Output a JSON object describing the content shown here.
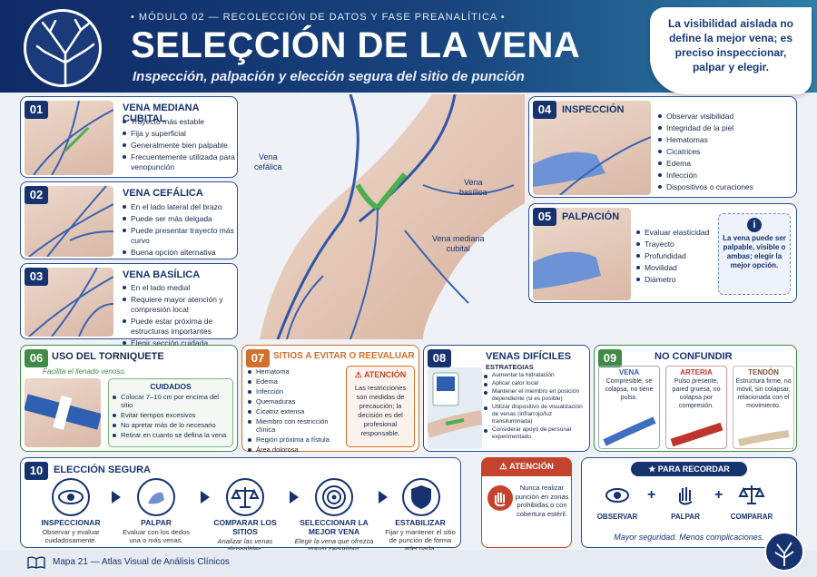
{
  "header": {
    "module": "• MÓDULO 02 — RECOLECCIÓN DE DATOS Y FASE PREANALÍTICA •",
    "title": "SELEÇCIÓN DE LA VENA",
    "subtitle": "Inspección, palpación y elección segura del sitio de punción",
    "quote": "La visibilidad aislada no define la mejor vena; es preciso inspeccionar, palpar y elegir."
  },
  "s01": {
    "num": "01",
    "title": "VENA MEDIANA CUBITAL",
    "items": [
      "Trayecto más estable",
      "Fija y superficial",
      "Generalmente bien palpable",
      "Frecuentemente utilizada para venopunción"
    ]
  },
  "s02": {
    "num": "02",
    "title": "VENA CEFÁLICA",
    "items": [
      "En el lado lateral del brazo",
      "Puede ser más delgada",
      "Puede presentar trayecto más curvo",
      "Buena opción alternativa"
    ]
  },
  "s03": {
    "num": "03",
    "title": "VENA BASÍLICA",
    "items": [
      "En el lado medial",
      "Requiere mayor atención y compresión local",
      "Puede estar próxima de estructuras importantes",
      "Elegir sección cuidada"
    ]
  },
  "arm_labels": {
    "cefalica": "Vena\ncefálica",
    "basilica": "Vena\nbasílica",
    "mediana": "Vena mediana\ncubital"
  },
  "s04": {
    "num": "04",
    "title": "INSPECCIÓN",
    "items": [
      "Observar visibilidad",
      "Integridad de la piel",
      "Hematomas",
      "Cicatrices",
      "Edema",
      "Infección",
      "Dispositivos o curaciones"
    ]
  },
  "s05": {
    "num": "05",
    "title": "PALPACIÓN",
    "items": [
      "Evaluar elasticidad",
      "Trayecto",
      "Profundidad",
      "Movilidad",
      "Diámetro"
    ],
    "note": "La vena puede ser palpable, visible o ambas; elegir la mejor opción."
  },
  "s06": {
    "num": "06",
    "title": "USO DEL TORNIQUETE",
    "subtitle": "Facilita el llenado venoso.",
    "box_title": "CUIDADOS",
    "items": [
      "Colocar 7–10 cm por encima del sitio",
      "Evitar tiempos excesivos",
      "No apretar más de lo necesario",
      "Retirar en cuanto se defina la vena"
    ]
  },
  "s07": {
    "num": "07",
    "title": "SITIOS A EVITAR O REEVALUAR",
    "items": [
      "Hematoma",
      "Edema",
      "Infección",
      "Quemaduras",
      "Cicatriz extensa",
      "Miembro con restricción clínica",
      "Región próxima a fístula",
      "Área dolorosa"
    ],
    "alert_title": "ATENCIÓN",
    "alert_text": "Las restricciones son medidas de precaución; la decisión es del profesional responsable."
  },
  "s08": {
    "num": "08",
    "title": "VENAS DIFÍCILES",
    "subtitle": "ESTRATEGIAS",
    "items": [
      "Aumentar la hidratación",
      "Aplicar calor local",
      "Mantener el miembro en posición dependiente (si es posible)",
      "Utilizar dispositivo de visualización de venas (infrarrojo/luz transiluminada)",
      "Considerar apoyo de personal experimentado"
    ]
  },
  "s09": {
    "num": "09",
    "title": "NO CONFUNDIR",
    "cols": [
      {
        "title": "VENA",
        "text": "Compresible, se colapsa, no tiene pulso.",
        "color": "#2f5fb0"
      },
      {
        "title": "ARTERIA",
        "text": "Pulso presente, pared gruesa, no colapsa por compresión.",
        "color": "#c0352b"
      },
      {
        "title": "TENDÓN",
        "text": "Estructura firme, no móvil, sin colapsar, relacionada con el movimiento.",
        "color": "#7a5534"
      }
    ]
  },
  "s10": {
    "num": "10",
    "title": "ELECCIÓN SEGURA",
    "steps": [
      {
        "title": "INSPECCIONAR",
        "text": "Observar y evaluar cuidadosamente."
      },
      {
        "title": "PALPAR",
        "text": "Evaluar con los dedos una o más venas."
      },
      {
        "title": "COMPARAR LOS SITIOS",
        "text": "Analizar las venas disponibles."
      },
      {
        "title": "SELECCIONAR LA MEJOR VENA",
        "text": "Elegir la vena que ofrezca mayor seguridad."
      },
      {
        "title": "ESTABILIZAR",
        "text": "Fijar y mantener el sitio de punción de forma adecuada."
      }
    ]
  },
  "atencion": {
    "title": "ATENCIÓN",
    "text": "Nunca realizar punción en zonas prohibidas o con cobertura estéril."
  },
  "recordar": {
    "title": "PARA RECORDAR",
    "items": [
      "OBSERVAR",
      "PALPAR",
      "COMPARAR"
    ],
    "footer": "Mayor seguridad. Menos complicaciones."
  },
  "footer": {
    "text": "Mapa 21 — Atlas Visual de Análisis Clínicos"
  },
  "colors": {
    "navy": "#17336f",
    "green": "#3f8a46",
    "orange": "#d0702a",
    "red": "#c4432c"
  }
}
